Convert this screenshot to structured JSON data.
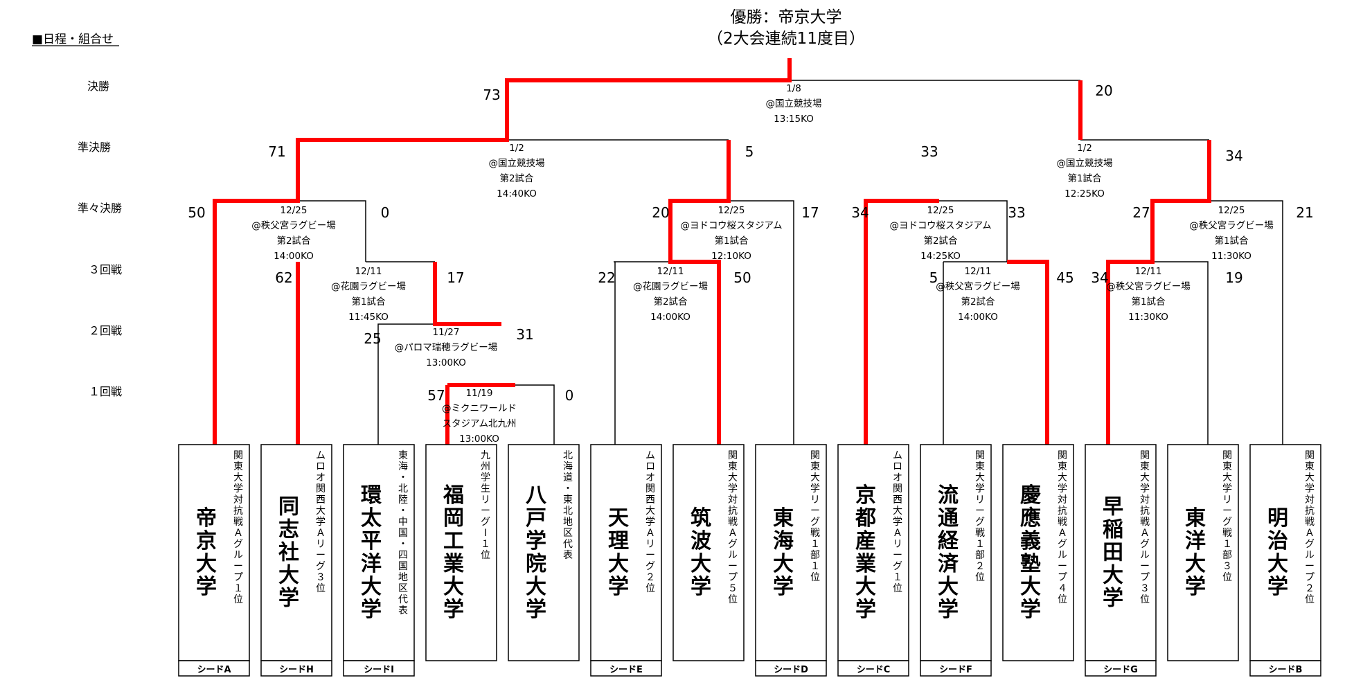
{
  "header": {
    "champion": "優勝：帝京大学",
    "champion_note": "（2大会連続11度目）",
    "schedule_label": "■日程・組合せ"
  },
  "rounds": [
    "決勝",
    "準決勝",
    "準々決勝",
    "３回戦",
    "２回戦",
    "１回戦"
  ],
  "teams": [
    {
      "name": "帝京大学",
      "qual": "関東大学対抗戦Ａグループ１位",
      "seed": "シードA"
    },
    {
      "name": "同志社大学",
      "qual": "ムロオ関西大学Ａリーグ３位",
      "seed": "シードH"
    },
    {
      "name": "環太平洋大学",
      "qual": "東海・北陸・中国・四国地区代表",
      "seed": "シードI"
    },
    {
      "name": "福岡工業大学",
      "qual": "九州学生リーグⅠ１位",
      "seed": ""
    },
    {
      "name": "八戸学院大学",
      "qual": "北海道・東北地区代表",
      "seed": ""
    },
    {
      "name": "天理大学",
      "qual": "ムロオ関西大学Ａリーグ２位",
      "seed": "シードE"
    },
    {
      "name": "筑波大学",
      "qual": "関東大学対抗戦Ａグループ５位",
      "seed": ""
    },
    {
      "name": "東海大学",
      "qual": "関東大学リーグ戦１部１位",
      "seed": "シードD"
    },
    {
      "name": "京都産業大学",
      "qual": "ムロオ関西大学Ａリーグ１位",
      "seed": "シードC"
    },
    {
      "name": "流通経済大学",
      "qual": "関東大学リーグ戦１部２位",
      "seed": "シードF"
    },
    {
      "name": "慶應義塾大学",
      "qual": "関東大学対抗戦Ａグループ４位",
      "seed": ""
    },
    {
      "name": "早稲田大学",
      "qual": "関東大学対抗戦Ａグループ３位",
      "seed": "シードG"
    },
    {
      "name": "東洋大学",
      "qual": "関東大学リーグ戦１部３位",
      "seed": ""
    },
    {
      "name": "明治大学",
      "qual": "関東大学対抗戦Ａグループ２位",
      "seed": "シードB"
    }
  ],
  "matches": [
    {
      "id": "r1",
      "date": "11/19",
      "venue": "@ミクニワールド",
      "venue2": "スタジアム北九州",
      "game": "",
      "time": "13:00KO",
      "score_left": "57",
      "score_right": "0"
    },
    {
      "id": "r2",
      "date": "11/27",
      "venue": "@パロマ瑞穂ラグビー場",
      "game": "",
      "time": "13:00KO",
      "score_left": "25",
      "score_right": "31"
    },
    {
      "id": "r3a",
      "date": "12/11",
      "venue": "@花園ラグビー場",
      "game": "第1試合",
      "time": "11:45KO",
      "score_left": "62",
      "score_right": "17"
    },
    {
      "id": "r3b",
      "date": "12/11",
      "venue": "@花園ラグビー場",
      "game": "第2試合",
      "time": "14:00KO",
      "score_left": "22",
      "score_right": "50"
    },
    {
      "id": "r3c",
      "date": "12/11",
      "venue": "@秩父宮ラグビー場",
      "game": "第2試合",
      "time": "14:00KO",
      "score_left": "5",
      "score_right": "45"
    },
    {
      "id": "r3d",
      "date": "12/11",
      "venue": "@秩父宮ラグビー場",
      "game": "第1試合",
      "time": "11:30KO",
      "score_left": "34",
      "score_right": "19"
    },
    {
      "id": "qfa",
      "date": "12/25",
      "venue": "@秩父宮ラグビー場",
      "game": "第2試合",
      "time": "14:00KO",
      "score_left": "50",
      "score_right": "0"
    },
    {
      "id": "qfb",
      "date": "12/25",
      "venue": "@ヨドコウ桜スタジアム",
      "game": "第1試合",
      "time": "12:10KO",
      "score_left": "20",
      "score_right": "17"
    },
    {
      "id": "qfc",
      "date": "12/25",
      "venue": "@ヨドコウ桜スタジアム",
      "game": "第2試合",
      "time": "14:25KO",
      "score_left": "34",
      "score_right": "33"
    },
    {
      "id": "qfd",
      "date": "12/25",
      "venue": "@秩父宮ラグビー場",
      "game": "第1試合",
      "time": "11:30KO",
      "score_left": "27",
      "score_right": "21"
    },
    {
      "id": "sfa",
      "date": "1/2",
      "venue": "@国立競技場",
      "game": "第2試合",
      "time": "14:40KO",
      "score_left": "71",
      "score_right": "5"
    },
    {
      "id": "sfb",
      "date": "1/2",
      "venue": "@国立競技場",
      "game": "第1試合",
      "time": "12:25KO",
      "score_left": "33",
      "score_right": "34"
    },
    {
      "id": "final",
      "date": "1/8",
      "venue": "@国立競技場",
      "game": "",
      "time": "13:15KO",
      "score_left": "73",
      "score_right": "20"
    }
  ],
  "colors": {
    "winner_path": "#ff0000",
    "bracket_line": "#000000",
    "text": "#000000",
    "background": "#ffffff"
  }
}
